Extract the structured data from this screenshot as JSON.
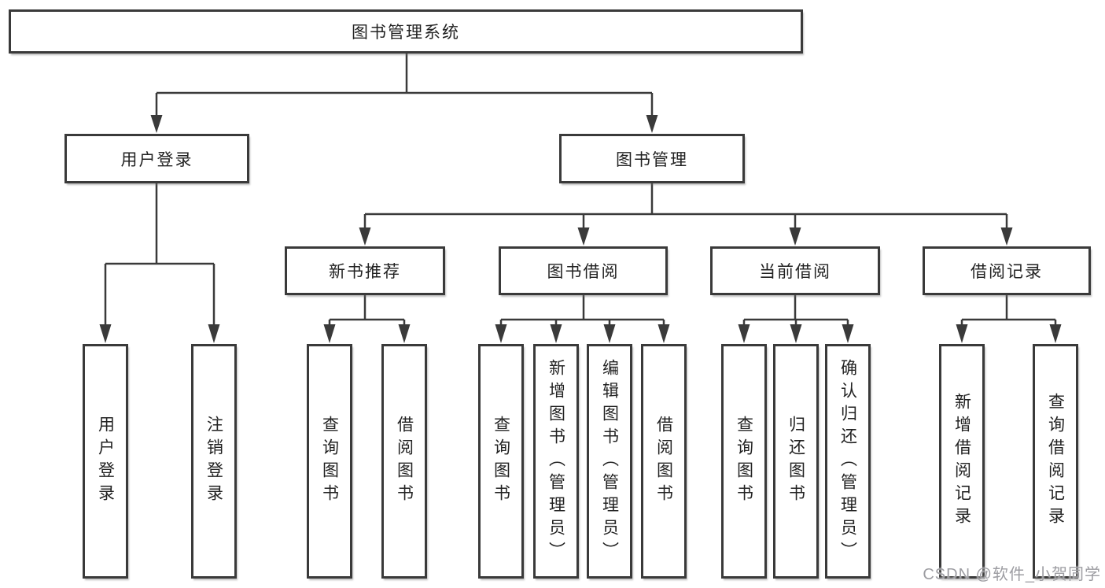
{
  "tree": {
    "label": "图书管理系统",
    "children": [
      {
        "label": "用户登录",
        "children": [
          {
            "label": "用户登录"
          },
          {
            "label": "注销登录"
          }
        ]
      },
      {
        "label": "图书管理",
        "children": [
          {
            "label": "新书推荐",
            "children": [
              {
                "label": "查询图书"
              },
              {
                "label": "借阅图书"
              }
            ]
          },
          {
            "label": "图书借阅",
            "children": [
              {
                "label": "查询图书"
              },
              {
                "label": "新增图书（管理员）"
              },
              {
                "label": "编辑图书（管理员）"
              },
              {
                "label": "借阅图书"
              }
            ]
          },
          {
            "label": "当前借阅",
            "children": [
              {
                "label": "查询图书"
              },
              {
                "label": "归还图书"
              },
              {
                "label": "确认归还（管理员）"
              }
            ]
          },
          {
            "label": "借阅记录",
            "children": [
              {
                "label": "新增借阅记录"
              },
              {
                "label": "查询借阅记录"
              }
            ]
          }
        ]
      }
    ]
  },
  "watermark": {
    "text": "CSDN @软件_小贺同学",
    "color": "#9d9da2"
  },
  "colors": {
    "line": "#3a3a3a",
    "box_border": "#3a3a3a",
    "text": "#222222",
    "background": "#ffffff"
  }
}
